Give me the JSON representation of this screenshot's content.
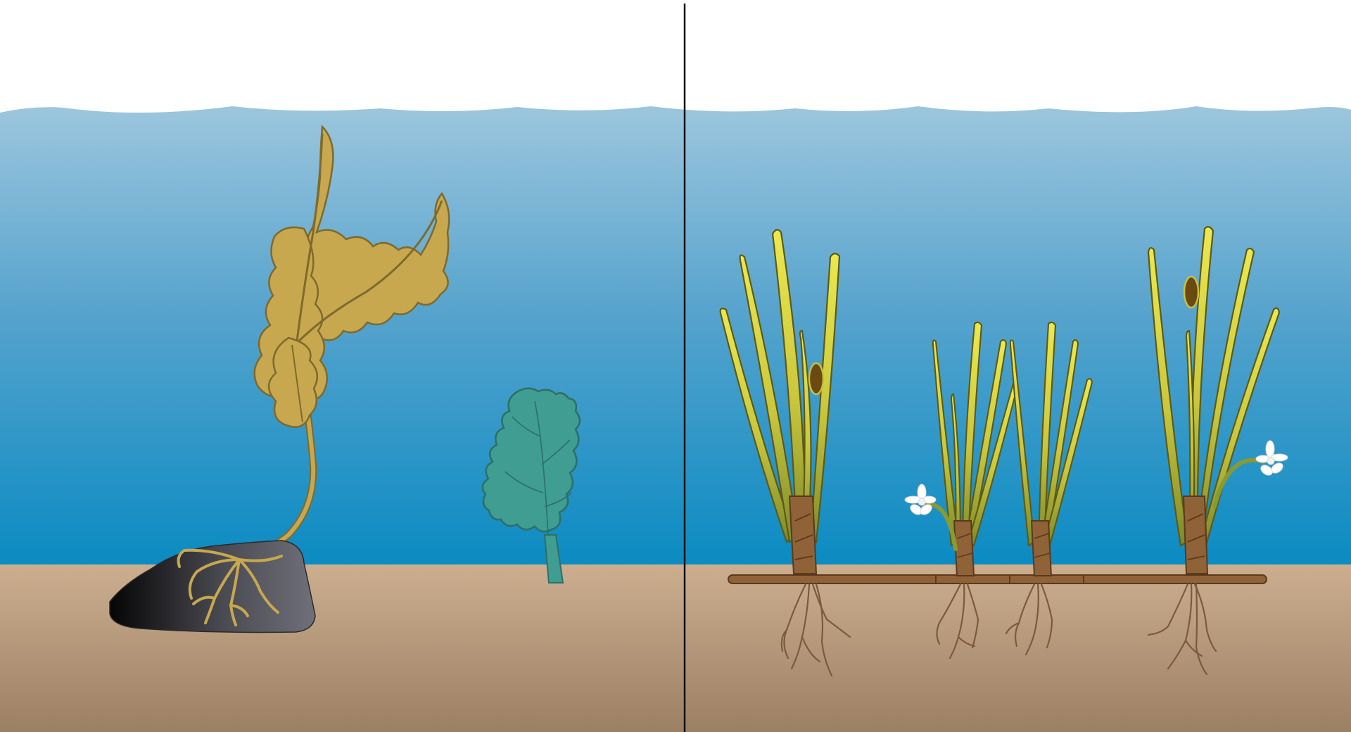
{
  "panels": [
    {
      "id": "seaweed",
      "organisms": [
        "kelp",
        "sea-lettuce"
      ]
    },
    {
      "id": "seagrass",
      "organisms": [
        "seagrass-shoot",
        "rhizome",
        "roots",
        "flower",
        "snail"
      ]
    }
  ],
  "colors": {
    "sky": "#ffffff",
    "water_top": "#9cc6dd",
    "water_mid": "#56a3cd",
    "water_bottom": "#0a8bc2",
    "sand_top": "#ccae8f",
    "sand_bottom": "#9c8064",
    "kelp": "#c7a84f",
    "kelp_outline": "#7e6a2c",
    "rock_light": "#6e6e78",
    "rock_dark": "#0d0d0d",
    "sea_lettuce": "#3f9d92",
    "sea_lettuce_outline": "#2f6f66",
    "blade_yellow": "#dedb49",
    "blade_olive": "#8a8f2e",
    "blade_outline": "#5c5a1a",
    "rhizome": "#8f6238",
    "root": "#7c5a3e",
    "flower": "#ffffff",
    "snail": "#6a4a10",
    "divider": "#111111"
  },
  "icons": [
    "kelp-icon",
    "rock-icon",
    "sea-lettuce-icon",
    "seagrass-icon",
    "flower-icon",
    "snail-icon"
  ]
}
